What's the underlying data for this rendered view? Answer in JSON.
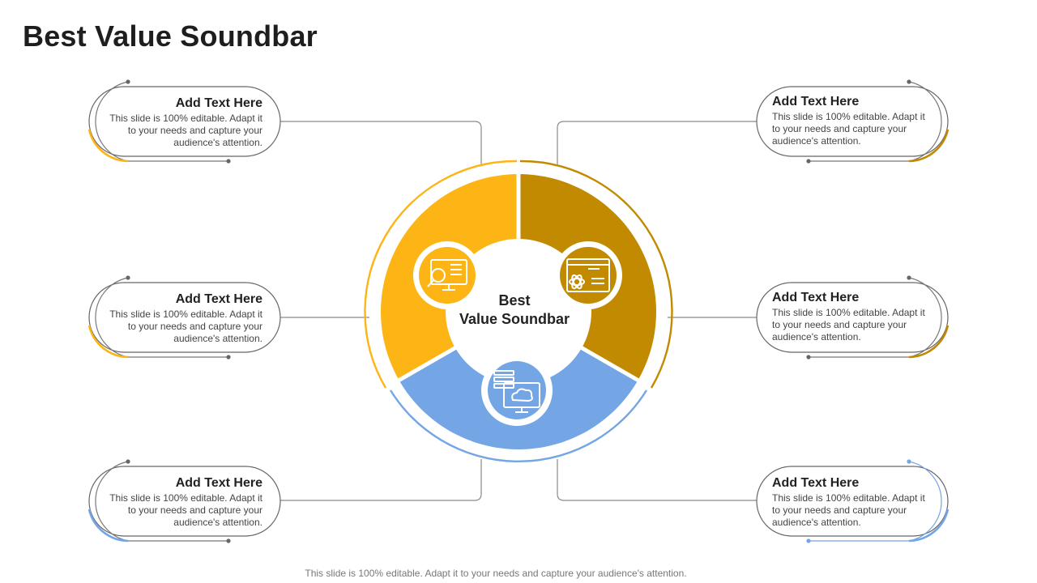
{
  "title": "Best Value Soundbar",
  "center": {
    "line1": "Best",
    "line2": "Value Soundbar"
  },
  "colors": {
    "yellow": "#FDB515",
    "gold": "#C18A00",
    "blue": "#74A5E4",
    "connector": "#666666",
    "outline": "#555555"
  },
  "boxes": {
    "top_left": {
      "title": "Add Text Here",
      "body": "This slide is 100% editable. Adapt it to your needs and capture your audience's attention."
    },
    "mid_left": {
      "title": "Add Text Here",
      "body": "This slide is 100% editable. Adapt it to your needs and capture your audience's attention."
    },
    "bottom_left": {
      "title": "Add Text Here",
      "body": "This slide is 100% editable. Adapt it to your needs and capture your audience's attention."
    },
    "top_right": {
      "title": "Add Text Here",
      "body": "This slide is 100% editable. Adapt it to your needs and capture your audience's attention."
    },
    "mid_right": {
      "title": "Add Text Here",
      "body": "This slide is 100% editable. Adapt it to your needs and capture your audience's attention."
    },
    "bottom_right": {
      "title": "Add Text Here",
      "body": "This slide is 100% editable. Adapt it to your needs and capture your audience's attention."
    }
  },
  "icons": {
    "yellow_segment": "monitor-search-icon",
    "gold_segment": "browser-atom-icon",
    "blue_segment": "cloud-server-icon"
  },
  "footer": "This slide is 100% editable. Adapt it to your needs and capture your audience's attention."
}
